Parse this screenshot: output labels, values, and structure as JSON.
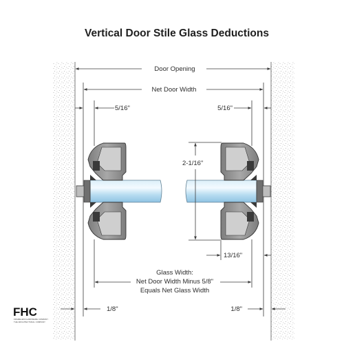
{
  "title": "Vertical Door Stile Glass Deductions",
  "dimensions": {
    "door_opening": "Door Opening",
    "net_door_width": "Net Door Width",
    "left_setback": "5/16\"",
    "right_setback": "5/16\"",
    "glass_height": "2-1/16\"",
    "stile_depth": "13/16\"",
    "clearance_left": "1/8\"",
    "clearance_right": "1/8\""
  },
  "glass_width_note": {
    "line1": "Glass Width:",
    "line2": "Net Door Width Minus 5/8\"",
    "line3": "Equals Net Glass Width"
  },
  "logo": {
    "text": "FHC",
    "subtitle1": "FRAMELESS HARDWARE COMPANY",
    "subtitle2": "THE ARCHITECTURAL COMPANY"
  },
  "colors": {
    "wall_stipple": "#9a9a9a",
    "glass": "#a9d3ec",
    "glass_highlight": "#e6f4fc",
    "stile": "#8c8c8c",
    "gasket": "#3a3a3a"
  }
}
